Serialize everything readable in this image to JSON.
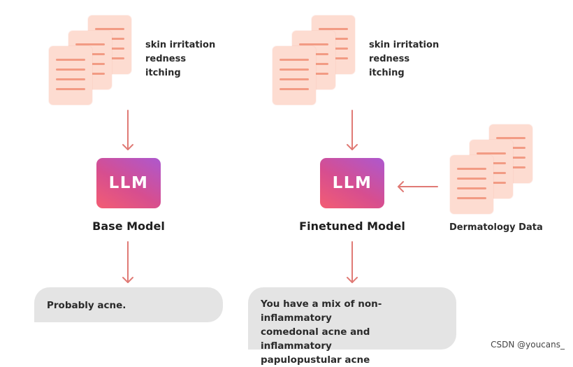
{
  "left": {
    "symptoms": [
      "skin irritation",
      "redness",
      "itching"
    ],
    "llm_label": "LLM",
    "model_label": "Base Model",
    "output": "Probably acne."
  },
  "right": {
    "symptoms": [
      "skin irritation",
      "redness",
      "itching"
    ],
    "llm_label": "LLM",
    "model_label": "Finetuned Model",
    "output_lines": [
      "You have a mix of non-inflammatory",
      "comedonal acne and inflammatory",
      "papulopustular acne"
    ]
  },
  "extra_input": {
    "label": "Dermatology Data"
  },
  "watermark": "CSDN @youcans_",
  "colors": {
    "doc_fill": "#fddcd1",
    "doc_lines": "#f29b84",
    "arrow": "#e07a75",
    "llm_gradient_start": "#f35d73",
    "llm_gradient_end": "#ad58cf",
    "bubble": "#e4e4e4"
  },
  "icons": [
    "document-stack-icon",
    "arrow-down-icon",
    "arrow-left-icon"
  ]
}
